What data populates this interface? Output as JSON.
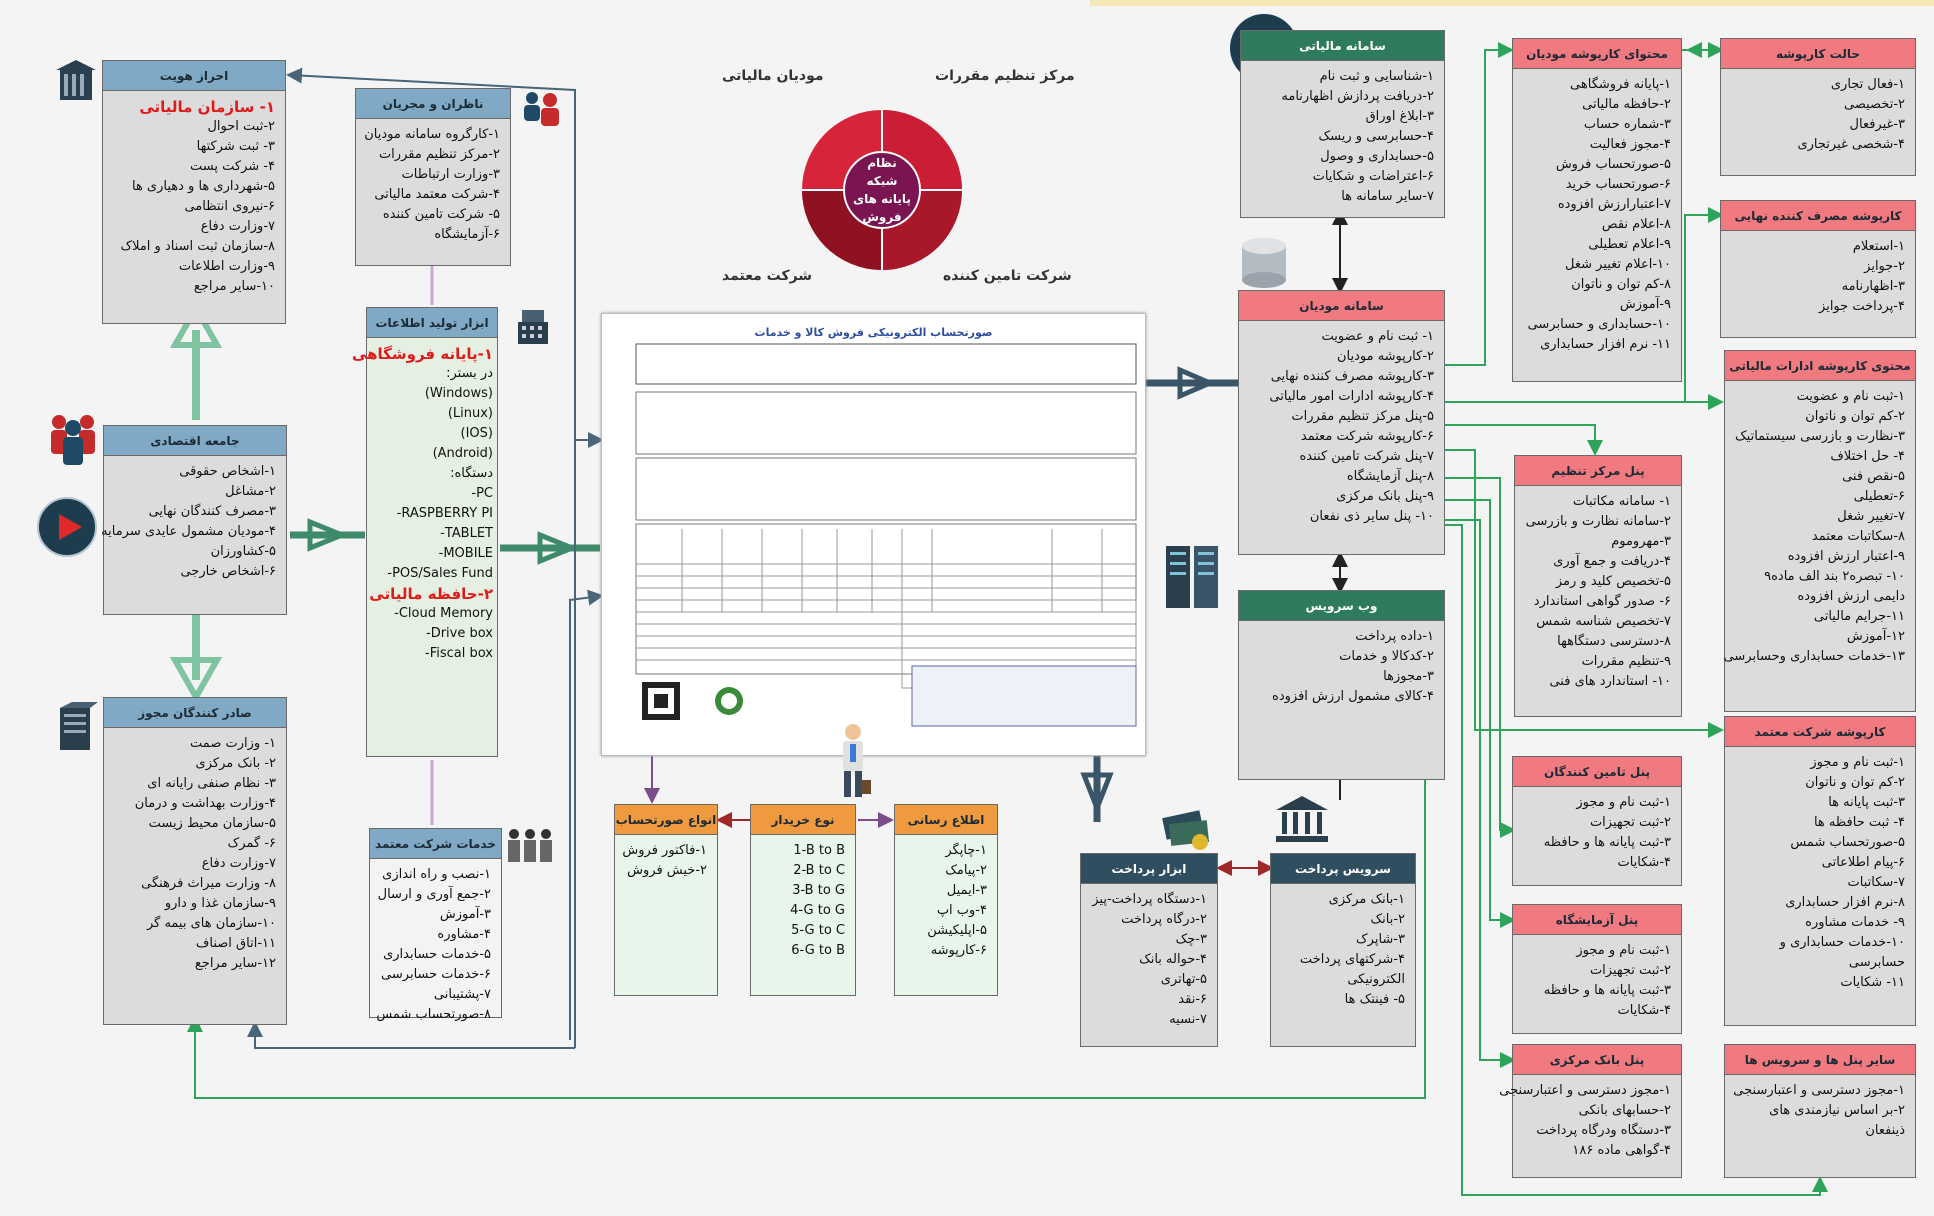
{
  "center": {
    "top_left": "مودیان مالیاتی",
    "top_right": "مرکز تنظیم مقررات",
    "bottom_left": "شرکت معتمد",
    "bottom_right": "شرکت تامین کننده",
    "core": "نظام شبکه پایانه های فروش"
  },
  "invoice": {
    "title": "صورتحساب الکترونیکی فروش کالا و خدمات"
  },
  "boxes": {
    "identity": {
      "title": "احراز هویت",
      "items": [
        "۱- سازمان مالیاتی",
        "۲-ثبت احوال",
        "۳- ثبت شرکتها",
        "۴- شرکت پست",
        "۵-شهرداری ها و دهیاری ها",
        "۶-نیروی انتظامی",
        "۷-وزارت دفاع",
        "۸-سازمان ثبت اسناد و املاک",
        "۹-وزارت اطلاعات",
        "۱۰-سایر مراجع"
      ]
    },
    "supervisors": {
      "title": "ناظران و مجریان",
      "items": [
        "۱-کارگروه سامانه مودیان",
        "۲-مرکز تنظیم مقررات",
        "۳-وزارت ارتباطات",
        "۴-شرکت معتمد مالیاتی",
        "۵- شرکت تامین کننده",
        "۶-آزمایشگاه"
      ]
    },
    "economy": {
      "title": "جامعه اقتصادی",
      "items": [
        "۱-اشخاص حقوقی",
        "۲-مشاغل",
        "۳-مصرف کنندگان نهایی",
        "۴-مودیان مشمول عایدی سرمایه",
        "۵-کشاورزان",
        "۶-اشخاص خارجی"
      ]
    },
    "tools": {
      "title": "ابزار تولید اطلاعات",
      "items": [
        "۱-پایانه فروشگاهی",
        "در بستر:",
        "(Windows)",
        "(Linux)",
        "(IOS)",
        "(Android)",
        "دستگاه:",
        "PC-",
        "RASPBERRY PI-",
        "TABLET-",
        "MOBILE-",
        "POS/Sales Fund-",
        "۲-حافظه مالیاتی",
        "Cloud Memory-",
        "Drive box-",
        "Fiscal box-"
      ]
    },
    "licensors": {
      "title": "صادر کنندگان مجوز",
      "items": [
        "۱- وزارت صمت",
        "۲- بانک مرکزی",
        "۳- نظام صنفی رایانه ای",
        "۴-وزارت بهداشت و درمان",
        "۵-سازمان محیط زیست",
        "۶- گمرک",
        "۷-وزارت دفاع",
        "۸- وزارت میراث فرهنگی",
        "۹-سازمان غذا و دارو",
        "۱۰-سازمان های بیمه گر",
        "۱۱-اتاق اصناف",
        "۱۲-سایر مراجع"
      ]
    },
    "trusted_services": {
      "title": "خدمات شرکت معتمد",
      "items": [
        "۱-نصب و راه اندازی",
        "۲-جمع آوری و ارسال",
        "۳-آموزش",
        "۴-مشاوره",
        "۵-خدمات حسابداری",
        "۶-خدمات حسابرسی",
        "۷-پشتیبانی",
        "۸-صورتحساب شمس"
      ]
    },
    "invoice_types": {
      "title": "انواع صورتحساب",
      "items": [
        "۱-فاکتور فروش",
        "۲-خیش فروش"
      ]
    },
    "buyer_type": {
      "title": "نوع خریدار",
      "items": [
        "1-B to B",
        "2-B to C",
        "3-B to G",
        "4-G to G",
        "5-G to C",
        "6-G to B"
      ]
    },
    "notification": {
      "title": "اطلاع رسانی",
      "items": [
        "۱-چاپگر",
        "۲-پیامک",
        "۳-ایمیل",
        "۴-وب اپ",
        "۵-اپلیکیشن",
        "۶-کارپوشه"
      ]
    },
    "payment_tools": {
      "title": "ابزار پرداخت",
      "items": [
        "۱-دستگاه پرداخت-پیز",
        "۲-درگاه پرداخت",
        "۳-چک",
        "۴-حواله بانک",
        "۵-تهاتری",
        "۶-نقد",
        "۷-نسیه"
      ]
    },
    "payment_service": {
      "title": "سرویس پرداخت",
      "items": [
        "۱-بانک مرکزی",
        "۲-بانک",
        "۳-شاپرک",
        "۴-شرکتهای پرداخت",
        "الکترونیکی",
        "۵- فینتک ها"
      ]
    },
    "tax_system": {
      "title": "سامانه مالیاتی",
      "items": [
        "۱-شناسایی و ثبت نام",
        "۲-دریافت پردازش اظهارنامه",
        "۳-ابلاغ اوراق",
        "۴-حسابرسی و ریسک",
        "۵-حسابداری و وصول",
        "۶-اعتراضات و شکایات",
        "۷-سایر سامانه ها"
      ]
    },
    "taxpayers_system": {
      "title": "سامانه مودیان",
      "items": [
        "۱- ثبت نام و عضویت",
        "۲-کارپوشه مودیان",
        "۳-کارپوشه مصرف کننده نهایی",
        "۴-کارپوشه ادارات امور مالیاتی",
        "۵-پنل مرکز تنظیم مقررات",
        "۶-کارپوشه شرکت معتمد",
        "۷-پنل شرکت تامین کننده",
        "۸-پنل آزمایشگاه",
        "۹-پنل بانک مرکزی",
        "۱۰- پنل سایر ذی نفعان"
      ]
    },
    "web_service": {
      "title": "وب سرویس",
      "items": [
        "۱-داده پرداخت",
        "۲-کدکالا و خدمات",
        "۳-مجوزها",
        "۴-کالای مشمول ارزش افزوده"
      ]
    },
    "taxpayer_content": {
      "title": "محتوای کارپوشه مودیان",
      "items": [
        "۱-پایانه فروشگاهی",
        "۲-حافظه مالیاتی",
        "۳-شماره حساب",
        "۴-مجوز فعالیت",
        "۵-صورتحساب فروش",
        "۶-صورتحساب خرید",
        "۷-اعتبارارزش افزوده",
        "۸-اعلام نقص",
        "۹-اعلام تعطیلی",
        "۱۰-اعلام تغییر شغل",
        "۸-کم توان و ناتوان",
        "۹-آموزش",
        "۱۰-حسابداری و حسابرسی",
        "۱۱- نرم افزار حسابداری"
      ]
    },
    "folder_status": {
      "title": "حالت کارپوشه",
      "items": [
        "۱-فعال تجاری",
        "۲-تخصیصی",
        "۳-غیرفعال",
        "۴-شخصی غیرتجاری"
      ]
    },
    "consumer_folder": {
      "title": "کارپوشه مصرف کننده نهایی",
      "items": [
        "۱-استعلام",
        "۲-جوایز",
        "۳-اظهارنامه",
        "۴-پرداخت جوایز"
      ]
    },
    "regulator_panel": {
      "title": "پنل مرکز تنظیم",
      "items": [
        "۱- سامانه مکاتبات",
        "۲-سامانه نظارت و بازرسی",
        "۳-مهروموم",
        "۴-دریافت و جمع آوری",
        "۵-تخصیص کلید و رمز",
        "۶- صدور گواهی استاندارد",
        "۷-تخصیص شناسه شمس",
        "۸-دسترسی دستگاهها",
        "۹-تنظیم مقررات",
        "۱۰- استاندارد های فنی"
      ]
    },
    "tax_office_folder": {
      "title": "محتوی کارپوشه ادارات مالیاتی",
      "items": [
        "۱-ثبت نام و عضویت",
        "۲-کم توان و ناتوان",
        "۳-نظارت و بازرسی سیستماتیک",
        "۴- حل اختلاف",
        "۵-نقص فنی",
        "۶-تعطیلی",
        "۷-تغییر شغل",
        "۸-سکاتبات معتمد",
        "۹-اعتبار ارزش افزوده",
        "۱۰- تبصره۲ بند الف ماده۹",
        "دایمی ارزش افزوده",
        "۱۱-جرایم مالیاتی",
        "۱۲-آموزش",
        "۱۳-خدمات حسابداری وحسابرسی"
      ]
    },
    "supplier_panel": {
      "title": "پنل تامین کنندگان",
      "items": [
        "۱-ثبت نام و مجوز",
        "۲-ثبت تجهیزات",
        "۳-ثبت پایانه ها و حافظه",
        "۴-شکایات"
      ]
    },
    "trusted_folder": {
      "title": "کارپوشه شرکت معتمد",
      "items": [
        "۱-ثبت نام و مجوز",
        "۲-کم توان و ناتوان",
        "۳-ثبت پایانه ها",
        "۴- ثبت حافظه ها",
        "۵-صورتحساب شمس",
        "۶-پیام اطلاعاتی",
        "۷-سکاتبات",
        "۸-نرم افزار حسابداری",
        "۹- خدمات مشاوره",
        "۱۰-خدمات حسابداری و",
        "حسابرسی",
        "۱۱- شکایات"
      ]
    },
    "lab_panel": {
      "title": "پنل آزمایشگاه",
      "items": [
        "۱-ثبت نام و مجوز",
        "۲-ثبت تجهیزات",
        "۳-ثبت پایانه ها و حافظه",
        "۴-شکایات"
      ]
    },
    "central_bank_panel": {
      "title": "پنل بانک مرکزی",
      "items": [
        "۱-مجوز دسترسی و اعتبارسنجی",
        "۲-حسابهای بانکی",
        "۳-دستگاه ودرگاه پرداخت",
        "۴-گواهی ماده ۱۸۶"
      ]
    },
    "other_panels": {
      "title": "سایر پنل ها و سرویس ها",
      "items": [
        "۱-مجوز دسترسی و اعتبارسنجی",
        "۲-بر اساس نیازمندی های",
        "ذینفعان"
      ]
    }
  },
  "colors": {
    "blue_header": "#7fa9c4",
    "green_header": "#2e7b5e",
    "pink_header": "#f07a80",
    "orange_header": "#ef9a3f",
    "slate_header": "#2f4f60",
    "arrow_green": "#3e8a6a",
    "arrow_slate": "#3a5568",
    "wheel_red": "#c0182a"
  }
}
